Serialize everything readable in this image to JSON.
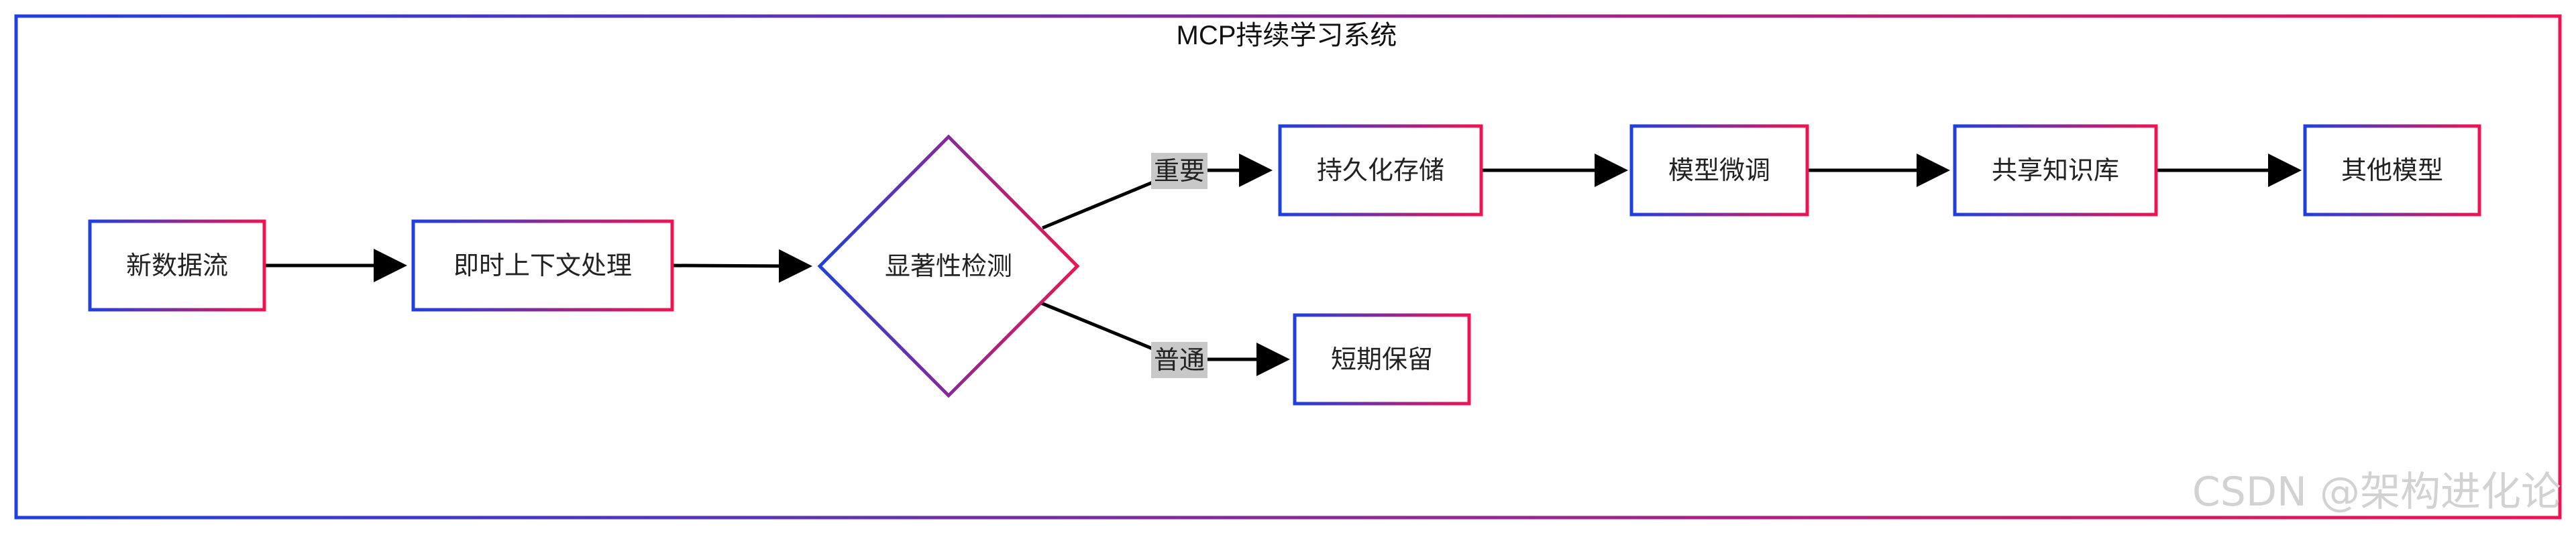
{
  "diagram": {
    "title": "MCP持续学习系统",
    "nodes": {
      "new_data": "新数据流",
      "context": "即时上下文处理",
      "salience": "显著性检测",
      "persist": "持久化存储",
      "finetune": "模型微调",
      "knowledge": "共享知识库",
      "others": "其他模型",
      "short_term": "短期保留"
    },
    "edge_labels": {
      "important": "重要",
      "normal": "普通"
    },
    "colors": {
      "gradient_start": "#1f3fe0",
      "gradient_end": "#ee1450",
      "label_background": "#c8c8c8",
      "arrow": "#000000"
    }
  },
  "watermark": "CSDN @架构进化论"
}
